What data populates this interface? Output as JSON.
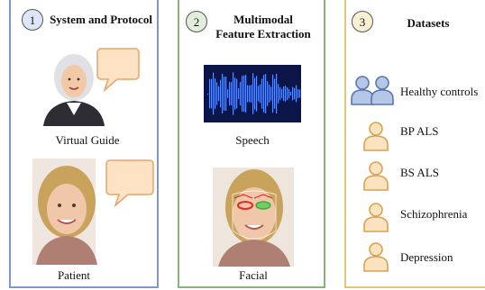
{
  "panels": [
    {
      "number": "1",
      "title": "System and Protocol",
      "items": [
        "Virtual Guide",
        "Patient"
      ]
    },
    {
      "number": "2",
      "title_line1": "Multimodal",
      "title_line2": "Feature Extraction",
      "items": [
        "Speech",
        "Facial"
      ]
    },
    {
      "number": "3",
      "title": "Datasets",
      "items": [
        "Healthy controls",
        "BP ALS",
        "BS ALS",
        "Schizophrenia",
        "Depression"
      ]
    }
  ],
  "colors": {
    "panel1": "#7e97c8",
    "panel2": "#89b37d",
    "panel3": "#e3c67a",
    "badge1_fill": "#dde6f6",
    "badge2_fill": "#e0eedb",
    "badge3_fill": "#fbf0d3",
    "person_icon_blue": "#b4c7e7",
    "person_icon_orange": "#fbe3c0"
  },
  "icons": [
    "speech-bubble-icon",
    "waveform-icon",
    "people-icon",
    "person-icon"
  ]
}
